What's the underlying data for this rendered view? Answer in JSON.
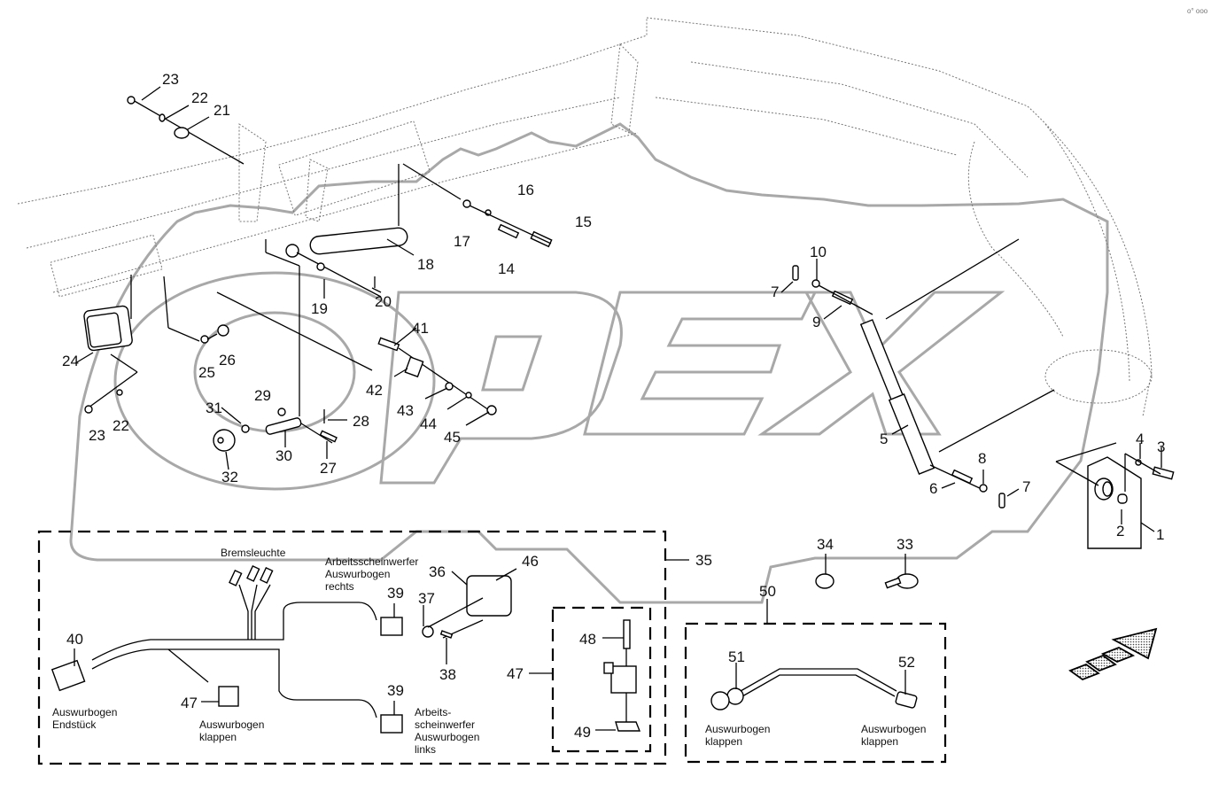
{
  "diagram": {
    "type": "exploded-parts-diagram",
    "watermark": "OPEX",
    "corner_mark": "o° ooo",
    "parts": [
      {
        "no": "1"
      },
      {
        "no": "2"
      },
      {
        "no": "3"
      },
      {
        "no": "4"
      },
      {
        "no": "5"
      },
      {
        "no": "6"
      },
      {
        "no": "7"
      },
      {
        "no": "8"
      },
      {
        "no": "9"
      },
      {
        "no": "10"
      },
      {
        "no": "14"
      },
      {
        "no": "15"
      },
      {
        "no": "16"
      },
      {
        "no": "17"
      },
      {
        "no": "18"
      },
      {
        "no": "19"
      },
      {
        "no": "20"
      },
      {
        "no": "21"
      },
      {
        "no": "22"
      },
      {
        "no": "23"
      },
      {
        "no": "24"
      },
      {
        "no": "25"
      },
      {
        "no": "26"
      },
      {
        "no": "27"
      },
      {
        "no": "28"
      },
      {
        "no": "29"
      },
      {
        "no": "30"
      },
      {
        "no": "31"
      },
      {
        "no": "32"
      },
      {
        "no": "33"
      },
      {
        "no": "34"
      },
      {
        "no": "35"
      },
      {
        "no": "36"
      },
      {
        "no": "37"
      },
      {
        "no": "38"
      },
      {
        "no": "39"
      },
      {
        "no": "40"
      },
      {
        "no": "41"
      },
      {
        "no": "42"
      },
      {
        "no": "43"
      },
      {
        "no": "44"
      },
      {
        "no": "45"
      },
      {
        "no": "46"
      },
      {
        "no": "47"
      },
      {
        "no": "48"
      },
      {
        "no": "49"
      },
      {
        "no": "50"
      },
      {
        "no": "51"
      },
      {
        "no": "52"
      }
    ],
    "labels": {
      "l1": "1",
      "l2": "2",
      "l3": "3",
      "l4": "4",
      "l5": "5",
      "l6": "6",
      "l7a": "7",
      "l7b": "7",
      "l8": "8",
      "l9": "9",
      "l10": "10",
      "l14": "14",
      "l15": "15",
      "l16": "16",
      "l17": "17",
      "l18": "18",
      "l19": "19",
      "l20": "20",
      "l21": "21",
      "l22a": "22",
      "l22b": "22",
      "l23a": "23",
      "l23b": "23",
      "l24": "24",
      "l25": "25",
      "l26": "26",
      "l27": "27",
      "l28": "28",
      "l29": "29",
      "l30": "30",
      "l31": "31",
      "l32": "32",
      "l33": "33",
      "l34": "34",
      "l35": "35",
      "l36": "36",
      "l37": "37",
      "l38": "38",
      "l39a": "39",
      "l39b": "39",
      "l40": "40",
      "l41": "41",
      "l42": "42",
      "l43": "43",
      "l44": "44",
      "l45": "45",
      "l46": "46",
      "l47a": "47",
      "l47b": "47",
      "l48": "48",
      "l49": "49",
      "l50": "50",
      "l51": "51",
      "l52": "52"
    },
    "captions": {
      "bremsleuchte": "Bremsleuchte",
      "endstueck": "Auswurbogen\nEndstück",
      "klappen_harness": "Auswurbogen\nklappen",
      "scheinwerfer_rechts": "Arbeitsscheinwerfer\nAuswurbogen\nrechts",
      "scheinwerfer_links": "Arbeits-\nscheinwerfer\nAuswurbogen\nlinks",
      "klappen_51": "Auswurbogen\nklappen",
      "klappen_52": "Auswurbogen\nklappen"
    },
    "groups": {
      "harness_group": "35",
      "valve_group": "47",
      "cable_group": "50"
    },
    "direction_arrow": "travel-direction-arrow"
  }
}
